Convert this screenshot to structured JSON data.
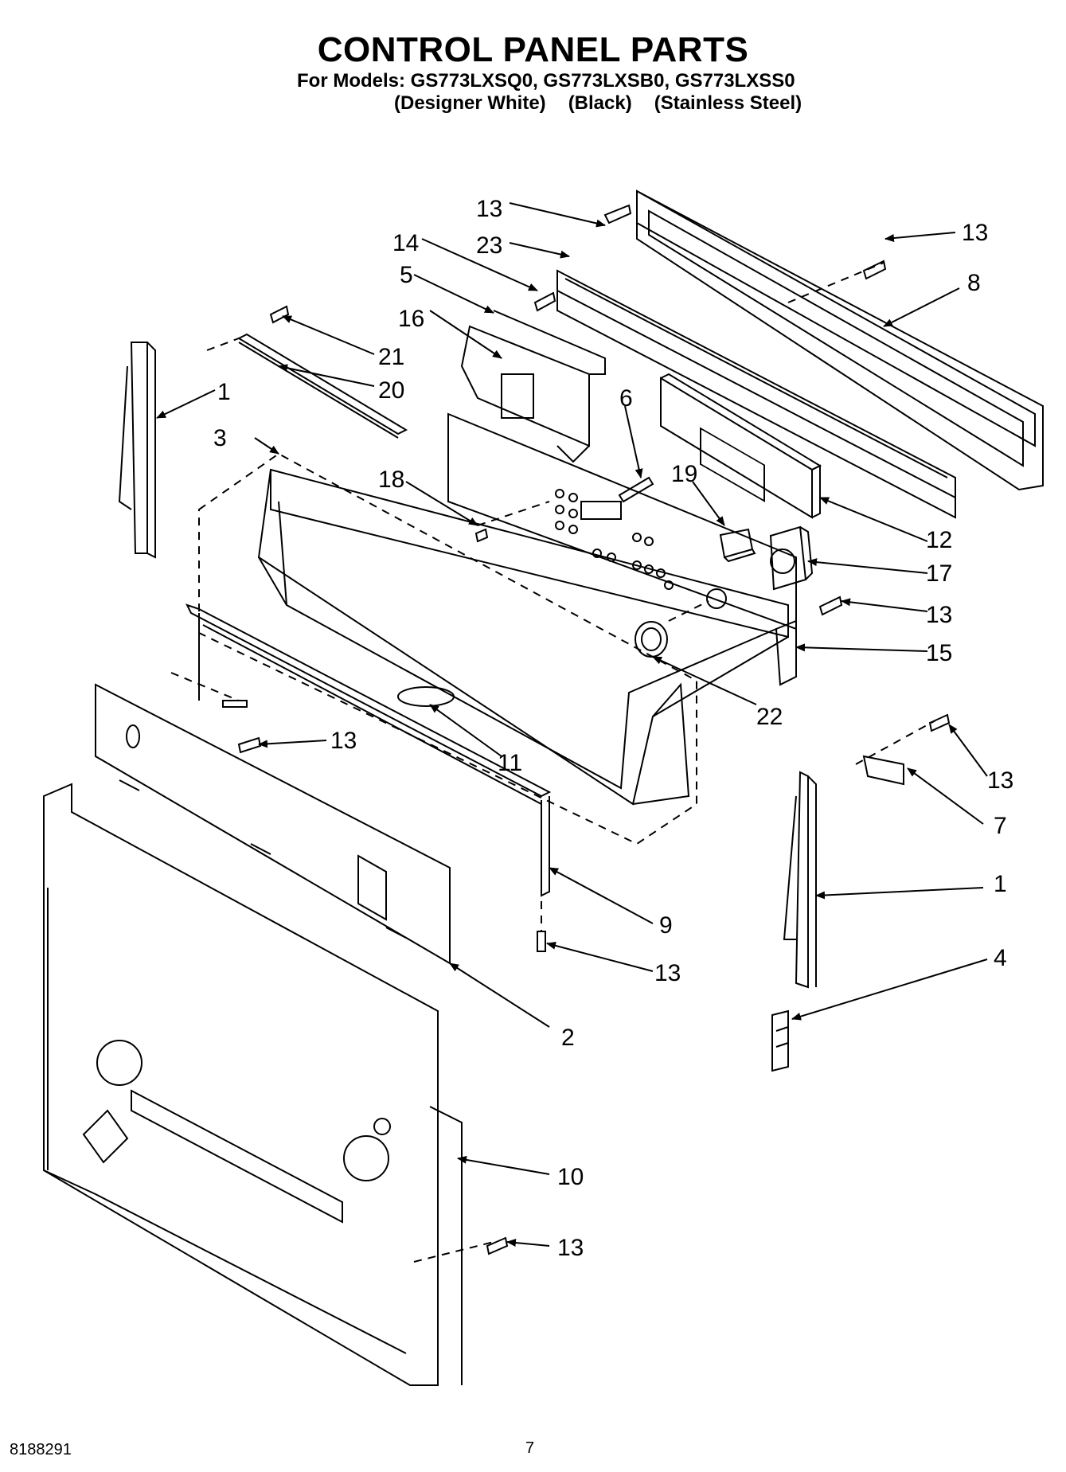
{
  "header": {
    "title": "CONTROL PANEL PARTS",
    "models_line": "For Models: GS773LXSQ0, GS773LXSB0, GS773LXSS0",
    "variants": [
      "(Designer White)",
      "(Black)",
      "(Stainless Steel)"
    ]
  },
  "callouts": {
    "c1_left": "1",
    "c1_right": "1",
    "c2": "2",
    "c3": "3",
    "c4": "4",
    "c5": "5",
    "c6": "6",
    "c7": "7",
    "c8": "8",
    "c9": "9",
    "c10": "10",
    "c11": "11",
    "c12": "12",
    "c13_top": "13",
    "c13_top_right": "13",
    "c13_mid_right": "13",
    "c13_left_mid": "13",
    "c13_right_bracket": "13",
    "c13_bottom_mid": "13",
    "c13_bottom": "13",
    "c14": "14",
    "c15": "15",
    "c16": "16",
    "c17": "17",
    "c18": "18",
    "c19": "19",
    "c20": "20",
    "c21": "21",
    "c22": "22",
    "c23": "23"
  },
  "footer": {
    "document_number": "8188291",
    "page_number": "7"
  }
}
